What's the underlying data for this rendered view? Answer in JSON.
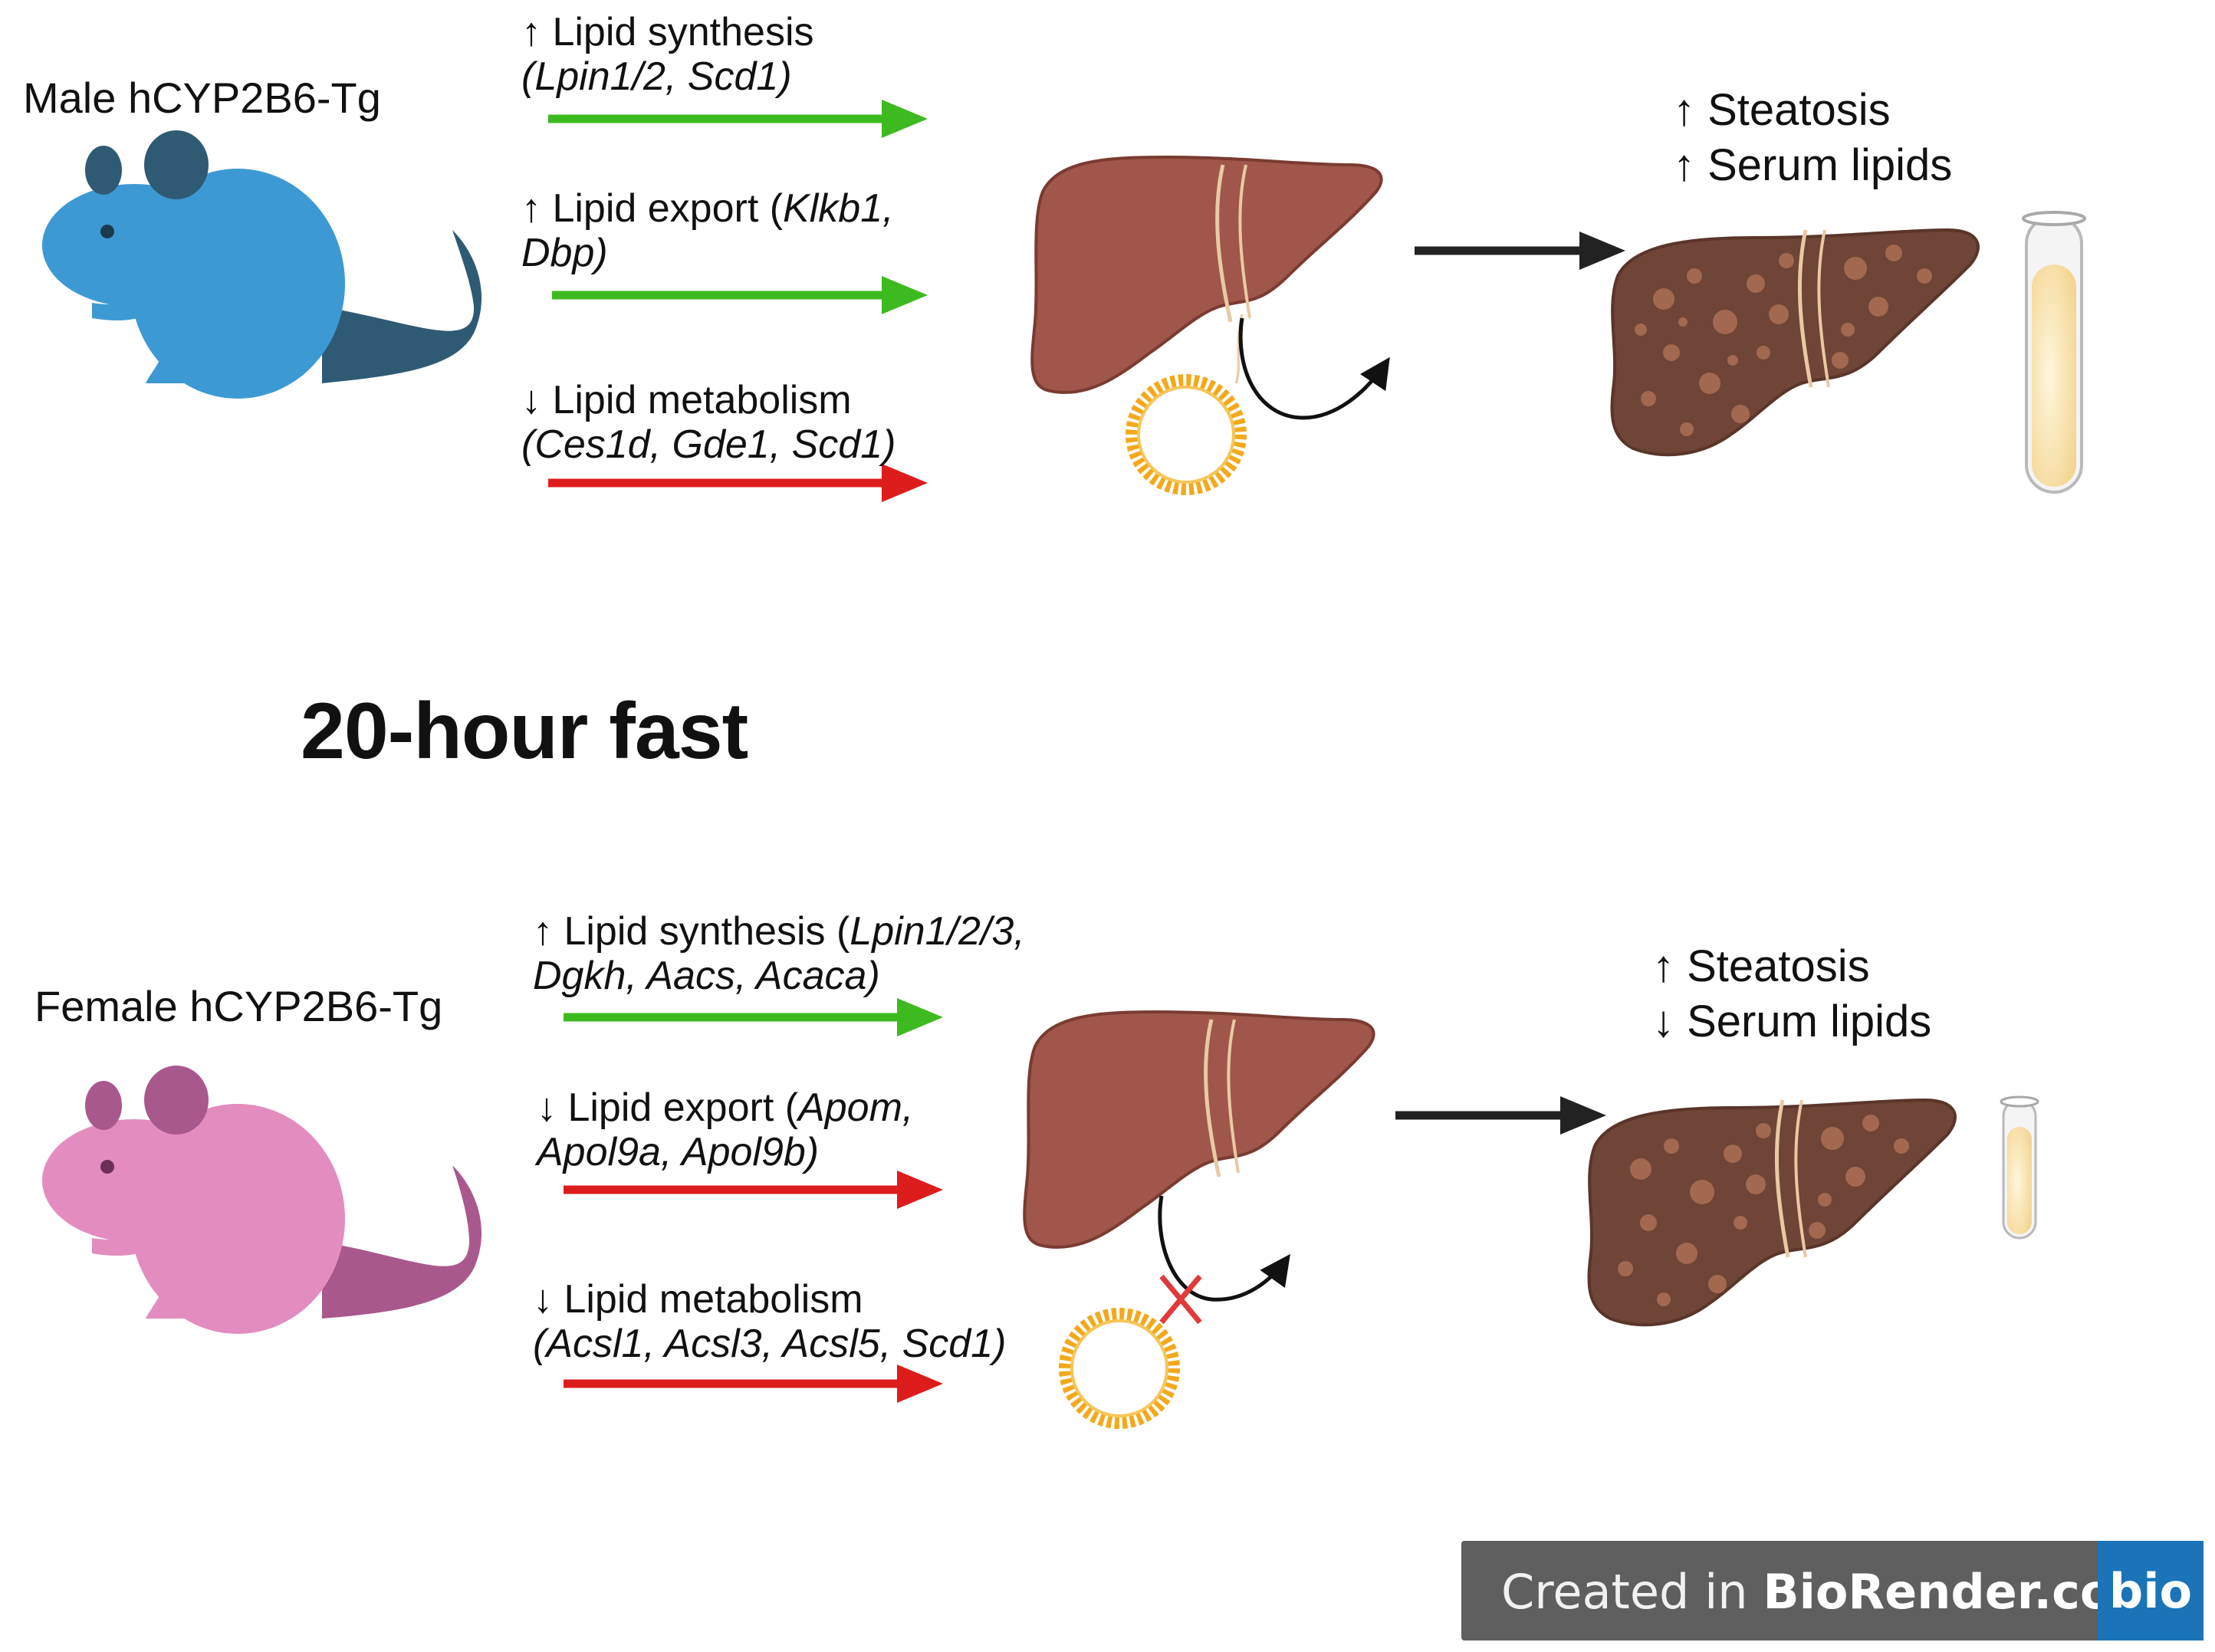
{
  "male": {
    "title": "Male hCYP2B6-Tg",
    "mouse_color": "#3d99d3",
    "mouse_ear_color": "#2f5a74",
    "pathways": [
      {
        "prefix": "↑ Lipid synthesis",
        "genes_line1": "",
        "genes_line2": "(Lpin1/2, Scd1)",
        "direction": "up",
        "arrow_color": "#3dba1f"
      },
      {
        "prefix": "↑ Lipid export (",
        "genes_line1": "Klkb1,",
        "genes_line2": "Dbp)",
        "direction": "up",
        "arrow_color": "#3dba1f"
      },
      {
        "prefix": "↓ Lipid metabolism",
        "genes_line1": "",
        "genes_line2": "(Ces1d, Gde1, Scd1)",
        "direction": "down",
        "arrow_color": "#dd1c1c"
      }
    ],
    "outcome_line1": "↑ Steatosis",
    "outcome_line2": "↑ Serum lipids"
  },
  "center_title": "20-hour fast",
  "female": {
    "title": "Female hCYP2B6-Tg",
    "mouse_color": "#e28cbf",
    "mouse_ear_color": "#a9588e",
    "pathways": [
      {
        "prefix": "↑ Lipid synthesis (",
        "genes_line1": "Lpin1/2/3,",
        "genes_line2": "Dgkh, Aacs, Acaca)",
        "direction": "up",
        "arrow_color": "#3dba1f"
      },
      {
        "prefix": "↓ Lipid export (",
        "genes_line1": "Apom,",
        "genes_line2": "Apol9a, Apol9b)",
        "direction": "down",
        "arrow_color": "#dd1c1c"
      },
      {
        "prefix": "↓ Lipid metabolism",
        "genes_line1": "",
        "genes_line2": "(Acsl1, Acsl3, Acsl5, Scd1)",
        "direction": "down",
        "arrow_color": "#dd1c1c"
      }
    ],
    "outcome_line1": "↑ Steatosis",
    "outcome_line2": "↓ Serum lipids"
  },
  "colors": {
    "liver": "#a0564a",
    "steatotic_liver": "#6e4536",
    "vesicle": "#f2a91c",
    "serum": "#f7dea0",
    "blocked_cross": "#e03a3a"
  },
  "watermark": {
    "prefix": "Created in ",
    "brand": "BioRender.com",
    "logo": "bio"
  }
}
